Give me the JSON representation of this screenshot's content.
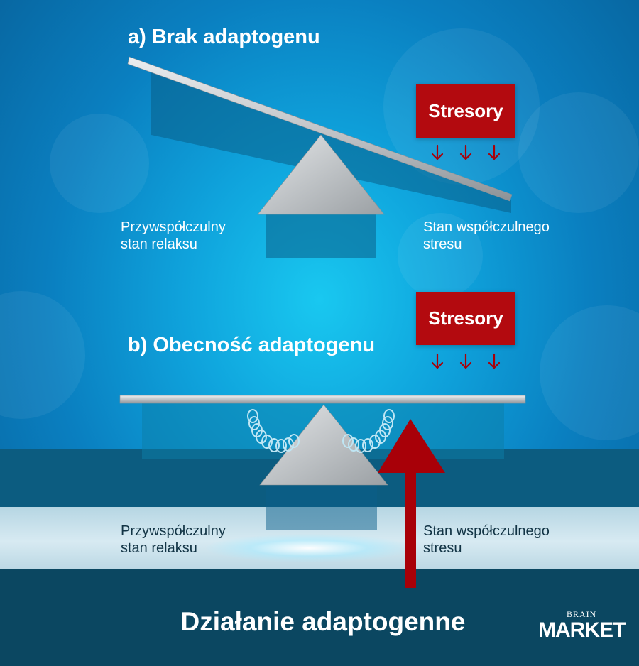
{
  "section_a": {
    "heading": "a) Brak adaptogenu",
    "stressor_label": "Stresory",
    "left_label": [
      "Przywspółczulny",
      "stan relaksu"
    ],
    "right_label": [
      "Stan współczulnego",
      "stresu"
    ]
  },
  "section_b": {
    "heading": "b) Obecność adaptogenu",
    "stressor_label": "Stresory",
    "left_label": [
      "Przywspółczulny",
      "stan relaksu"
    ],
    "right_label": [
      "Stan współczulnego",
      "stresu"
    ]
  },
  "footer": {
    "title": "Działanie adaptogenne"
  },
  "logo": {
    "top": "BRAIN",
    "bottom": "MARKET"
  },
  "colors": {
    "stressor_red": "#b30a0f",
    "arrow_red": "#a80008",
    "background_blue": "#0fa3dc",
    "plank_silver": "#c4c7c9"
  }
}
